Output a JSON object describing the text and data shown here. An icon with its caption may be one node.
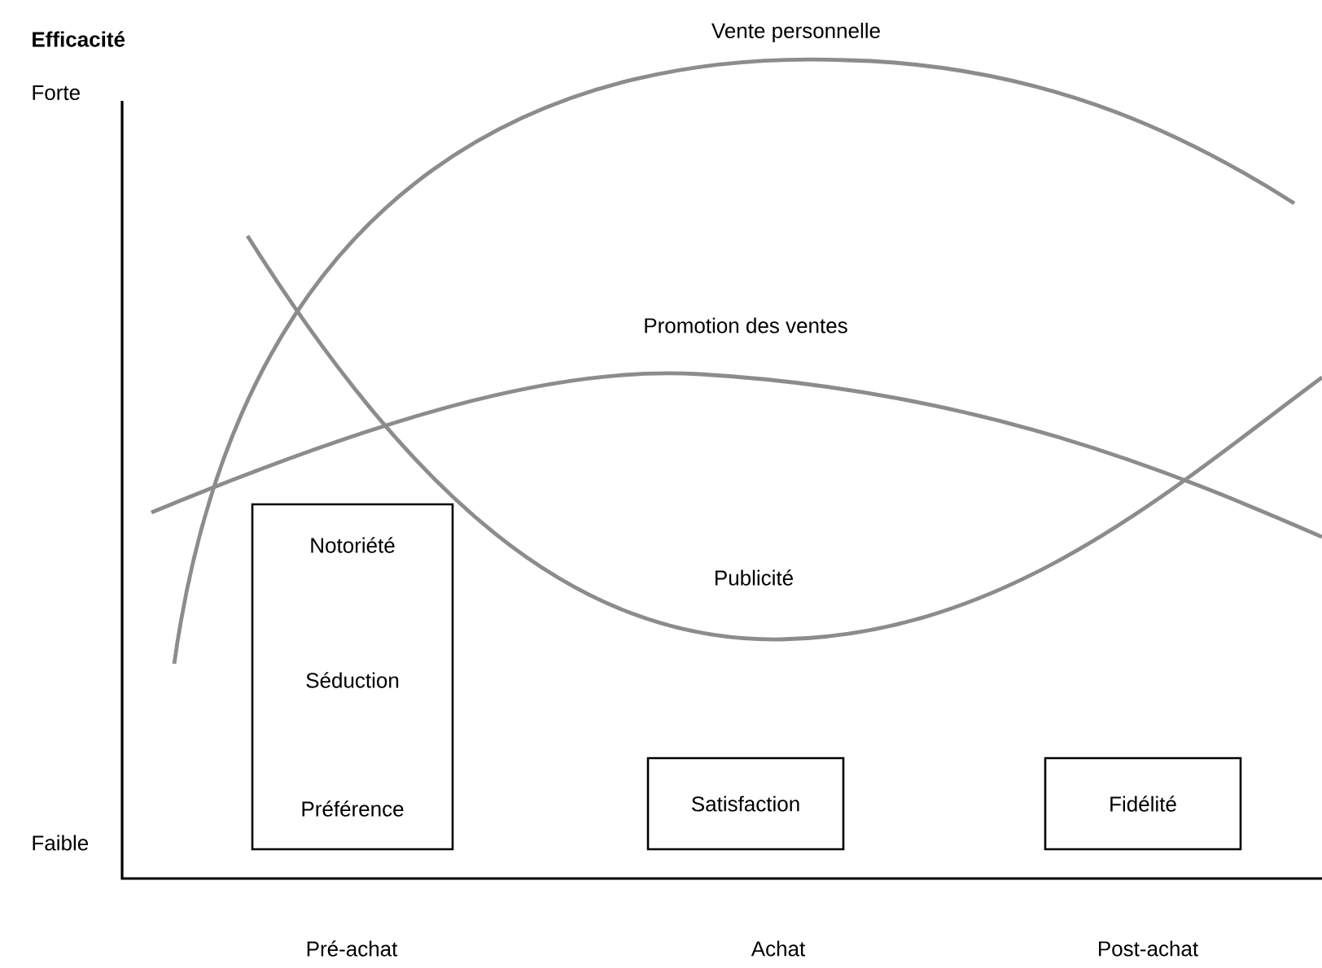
{
  "diagram": {
    "nodes": [
      {
        "text": [
          "Notoriété",
          "Séduction",
          "Préférence"
        ]
      },
      {
        "text": [
          "Satisfaction"
        ]
      },
      {
        "text": [
          "Fidélité"
        ]
      }
    ],
    "labels": [
      "Efficacité",
      "Forte",
      "Vente personnelle",
      "Promotion des ventes",
      "Publicité",
      "Faible",
      "Pré-achat",
      "Achat",
      "Post-achat"
    ]
  }
}
